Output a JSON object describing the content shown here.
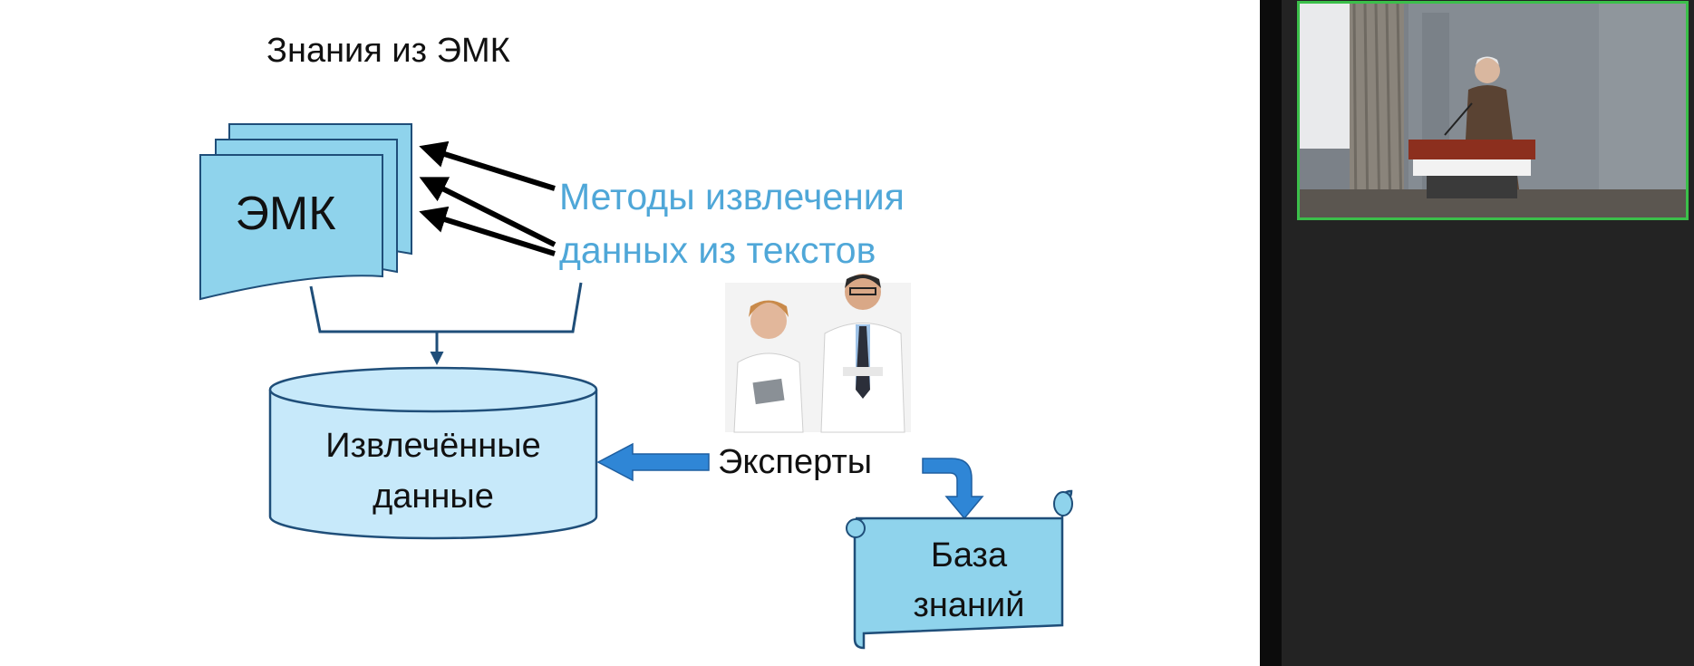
{
  "slide": {
    "title": "Знания из ЭМК",
    "emk_label": "ЭМК",
    "methods_line1": "Методы извлечения",
    "methods_line2": "данных из текстов",
    "db_line1": "Извлечённые",
    "db_line2": "данные",
    "experts_label": "Эксперты",
    "kb_line1": "База",
    "kb_line2": "знаний"
  },
  "colors": {
    "shape_fill": "#8fd3ec",
    "db_fill": "#c7e9fa",
    "outline": "#1f4e79",
    "methods_text": "#4fa7d8",
    "arrow_blue": "#2f86d6",
    "active_speaker_border": "#3bbf4a"
  },
  "icons": {
    "experts_photo": "doctors-photo",
    "speaker_video": "speaker-video-feed"
  }
}
